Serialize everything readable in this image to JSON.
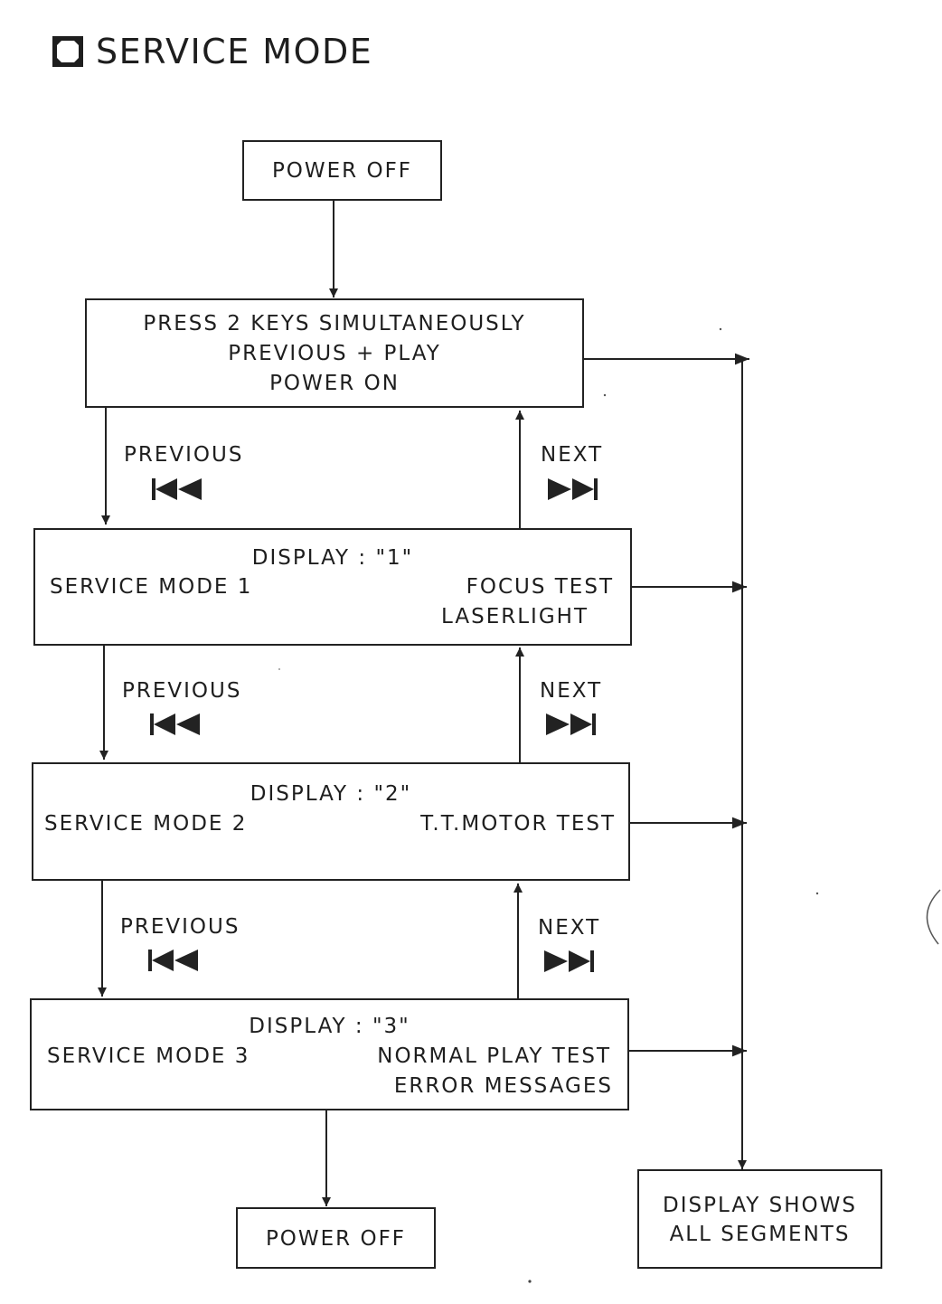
{
  "title": {
    "text": "SERVICE MODE",
    "icon": "square-emblem-icon"
  },
  "start": {
    "label": "POWER OFF"
  },
  "entry": {
    "lines": [
      "PRESS 2 KEYS SIMULTANEOUSLY",
      "PREVIOUS + PLAY",
      "POWER ON"
    ]
  },
  "modes": [
    {
      "display": "DISPLAY : \"1\"",
      "name": "SERVICE MODE 1",
      "tests": [
        "FOCUS TEST",
        "LASERLIGHT"
      ]
    },
    {
      "display": "DISPLAY : \"2\"",
      "name": "SERVICE MODE 2",
      "tests": [
        "T.T.MOTOR TEST"
      ]
    },
    {
      "display": "DISPLAY : \"3\"",
      "name": "SERVICE MODE 3",
      "tests": [
        "NORMAL PLAY TEST",
        "ERROR MESSAGES"
      ]
    }
  ],
  "transitions": {
    "previous_label": "PREVIOUS",
    "next_label": "NEXT",
    "previous_icon": "skip-previous-icon",
    "next_icon": "skip-next-icon"
  },
  "end": {
    "label": "POWER OFF"
  },
  "segments_box": {
    "lines": [
      "DISPLAY SHOWS",
      "ALL SEGMENTS"
    ]
  }
}
